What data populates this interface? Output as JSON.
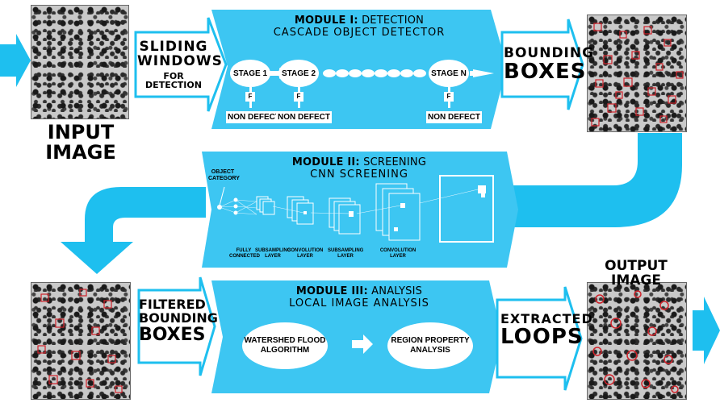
{
  "colors": {
    "accent": "#1ebfef",
    "panel": "#3dc6f2",
    "ink": "#000000",
    "box": "#d0222a"
  },
  "input_label": "INPUT IMAGE",
  "sliding_label": "SLIDING WINDOWS FOR DETECTION",
  "sliding_lines": [
    "SLIDING",
    "WINDOWS",
    "FOR DETECTION"
  ],
  "bounding_lines": [
    "BOUNDING",
    "BOXES"
  ],
  "filtered_lines": [
    "FILTERED",
    "BOUNDING",
    "BOXES"
  ],
  "extracted_lines": [
    "EXTRACTED",
    "LOOPS"
  ],
  "output_label": "OUTPUT IMAGE",
  "module1": {
    "title_bold": "MODULE I:",
    "title_rest": " DETECTION",
    "subtitle": "CASCADE OBJECT DETECTOR",
    "stages": [
      "STAGE 1",
      "STAGE 2",
      "STAGE N"
    ],
    "fail_label": "F",
    "non_defect": "NON DEFECT"
  },
  "module2": {
    "title_bold": "MODULE II:",
    "title_rest": " SCREENING",
    "subtitle": "CNN SCREENING",
    "object_category": [
      "OBJECT",
      "CATEGORY"
    ],
    "layers": [
      [
        "FULLY",
        "CONNECTED"
      ],
      [
        "SUBSAMPLING",
        "LAYER"
      ],
      [
        "CONVOLUTION",
        "LAYER"
      ],
      [
        "SUBSAMPLING",
        "LAYER"
      ],
      [
        "CONVOLUTION",
        "LAYER"
      ]
    ]
  },
  "module3": {
    "title_bold": "MODULE III:",
    "title_rest": " ANALYSIS",
    "subtitle": "LOCAL IMAGE ANALYSIS",
    "step1": [
      "WATERSHED FLOOD",
      "ALGORITHM"
    ],
    "step2": [
      "REGION PROPERTY",
      "ANALYSIS"
    ]
  }
}
